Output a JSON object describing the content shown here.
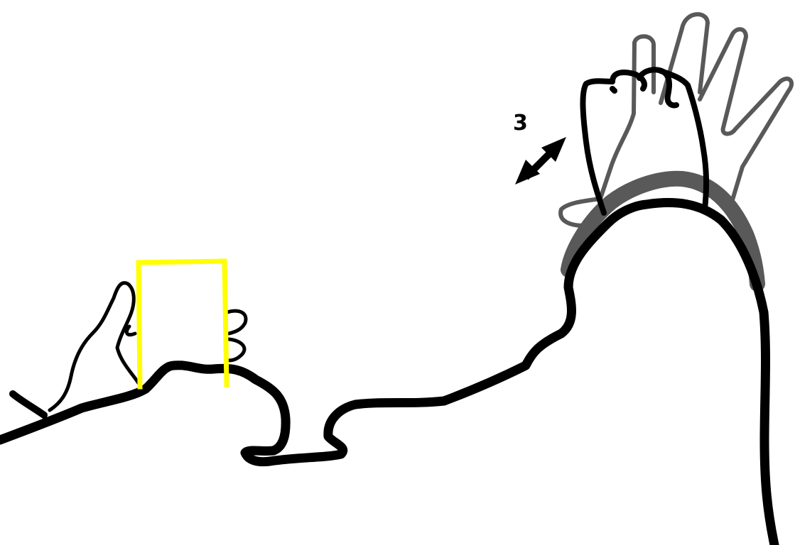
{
  "diagram": {
    "step_number": "3",
    "colors": {
      "outline": "#000000",
      "ghost_outline": "#595959",
      "highlight_rect": "#ffff00",
      "background": "#ffffff"
    },
    "figures": [
      {
        "name": "left-hand-holding-card",
        "description_icon": "hand-icon"
      },
      {
        "name": "right-hand-current",
        "description_icon": "fist-icon"
      },
      {
        "name": "right-hand-ghost",
        "description_icon": "open-hand-icon"
      }
    ],
    "icons": [
      "double-arrow-icon"
    ]
  }
}
